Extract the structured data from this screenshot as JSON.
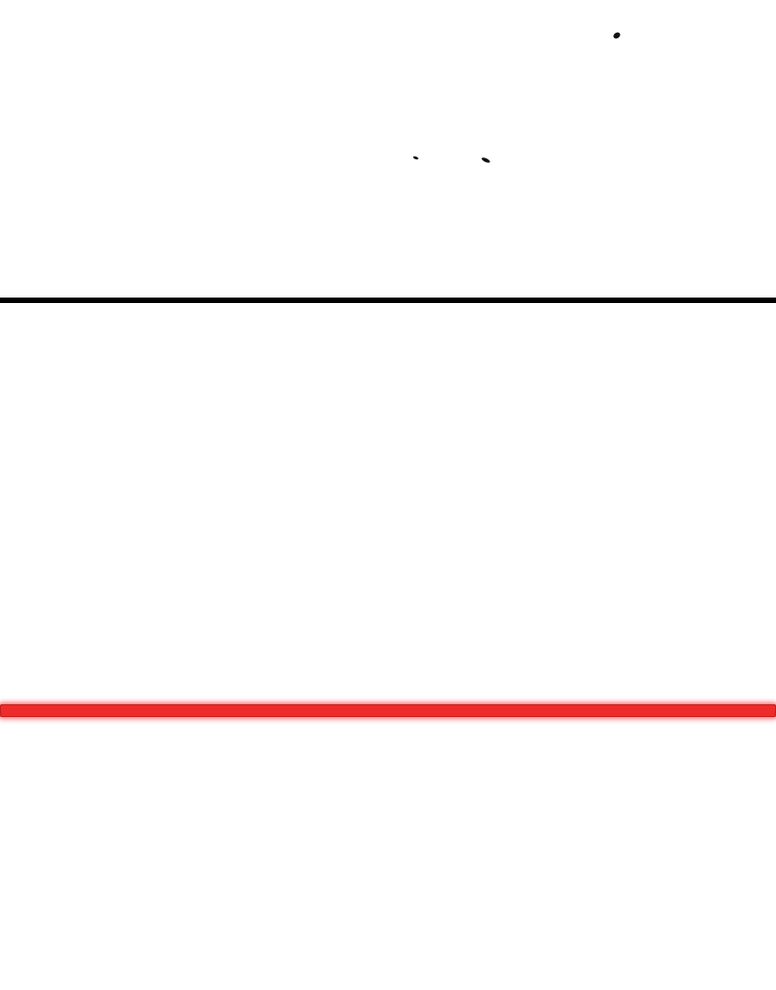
{
  "colors": {
    "background": "#ffffff",
    "black_line": "#000000",
    "red_line": "#ee2b2b",
    "red_line_glow": "#ff6b6b",
    "speck": "#111111"
  },
  "elements": {
    "specks": [
      "speck-mark",
      "speck-mark",
      "speck-mark"
    ],
    "black_divider": "horizontal-black-line",
    "red_divider": "horizontal-red-line"
  }
}
